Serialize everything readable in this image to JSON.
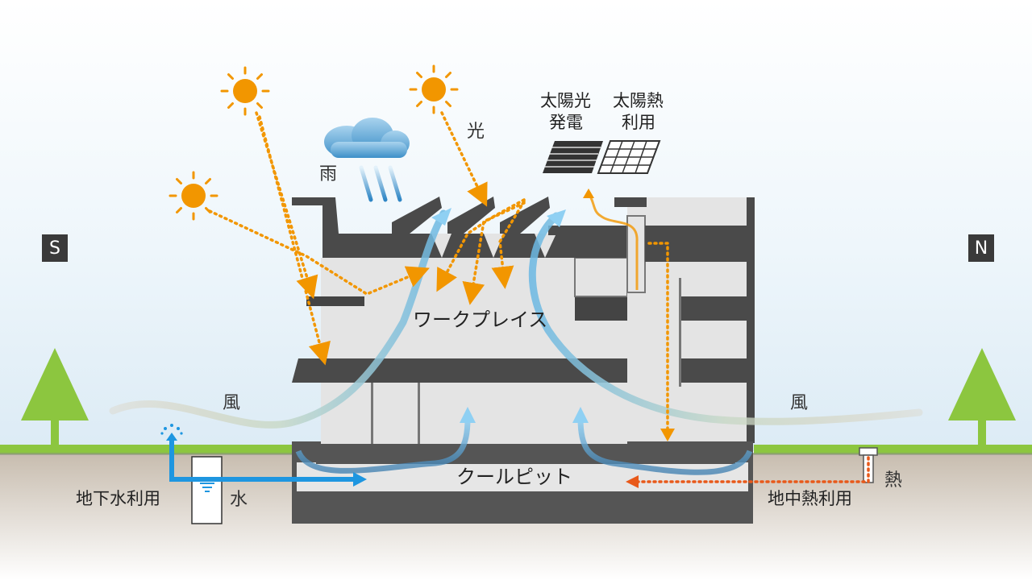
{
  "directions": {
    "south": "S",
    "north": "N"
  },
  "labels": {
    "rain": "雨",
    "light": "光",
    "wind_left": "風",
    "wind_right": "風",
    "water": "水",
    "heat": "熱",
    "groundwater_use": "地下水利用",
    "geothermal_use": "地中熱利用",
    "workplace": "ワークプレイス",
    "cool_pit": "クールピット",
    "solar_pv_line1": "太陽光",
    "solar_pv_line2": "発電",
    "solar_thermal_line1": "太陽熱",
    "solar_thermal_line2": "利用"
  },
  "colors": {
    "sun": "#F29600",
    "light_arrow": "#F29600",
    "heat_arrow": "#E8591A",
    "water": "#1E96E0",
    "air_flow": "#6BB8E3",
    "building_dark": "#505050",
    "building_light": "#E4E4E4",
    "grass": "#8CC63F",
    "ground": "#C9BFB0"
  },
  "icons": [
    "sun-icon",
    "cloud-icon",
    "rain-icon",
    "solar-pv-panel-icon",
    "solar-thermal-panel-icon",
    "tree-icon",
    "well-icon",
    "geothermal-pipe-icon"
  ]
}
